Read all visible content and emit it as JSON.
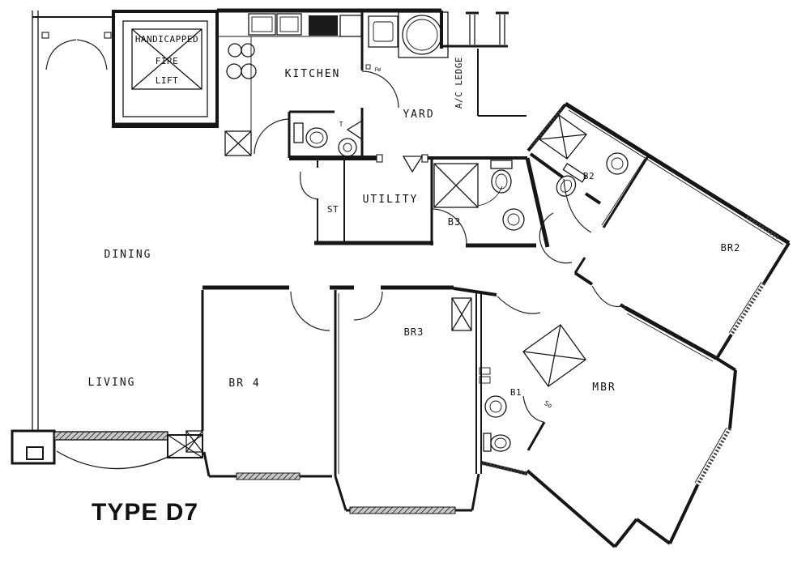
{
  "plan": {
    "title": "TYPE D7",
    "colors": {
      "line": "#161616",
      "accent_green": "#00cf00",
      "paper": "#ffffff"
    },
    "labels": {
      "lift1": "HANDICAPPED",
      "lift2": "FIRE",
      "lift3": "LIFT",
      "kitchen": "KITCHEN",
      "yard": "YARD",
      "ac_ledge": "A/C LEDGE",
      "utility": "UTILITY",
      "st": "ST",
      "b3": "B3",
      "b2": "B2",
      "br2": "BR2",
      "dining": "DINING",
      "living": "LIVING",
      "br4": "BR 4",
      "br3": "BR3",
      "b1": "B1",
      "so": "So",
      "mbr": "MBR",
      "t": "T",
      "fw": "FW",
      "title": "TYPE D7"
    },
    "fixture_icons": [
      "lift-cross-icon",
      "double-entry-door-icon",
      "kitchen-sink-icon",
      "stove-icon",
      "cooktop-burners-icon",
      "wc-toilet-icon",
      "wc-basin-icon",
      "washing-machine-icon",
      "yard-sink-icon",
      "shower-b3-icon",
      "toilet-b3-icon",
      "basin-b3-icon",
      "shower-b2-icon",
      "toilet-b2-icon",
      "basin-b2-icon",
      "shower-b1-icon",
      "basin-b1-icon",
      "toilet-b1-icon",
      "soap-shelf-icon",
      "bay-window-br4-icon",
      "bay-window-br3-icon",
      "living-window-icon",
      "planter-box-icon",
      "ac-ledge-railing-icon"
    ]
  }
}
